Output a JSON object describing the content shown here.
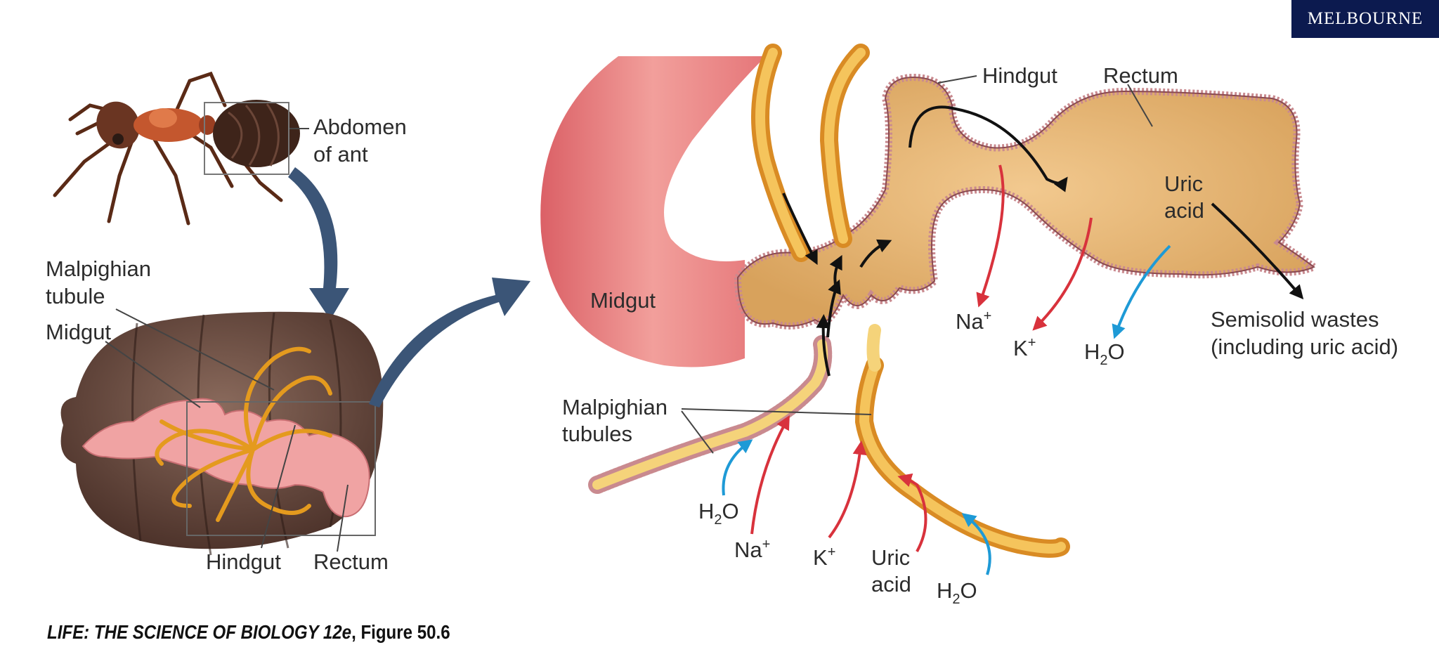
{
  "brand": {
    "name": "MELBOURNE"
  },
  "caption": {
    "title": "LIFE: THE SCIENCE OF BIOLOGY 12e",
    "figure": ", Figure 50.6"
  },
  "left_panel": {
    "abdomen_label": [
      "Abdomen",
      "of ant"
    ],
    "malpighian_label": [
      "Malpighian",
      "tubule"
    ],
    "midgut_label": "Midgut",
    "hindgut_label": "Hindgut",
    "rectum_label": "Rectum"
  },
  "right_panel": {
    "midgut_label": "Midgut",
    "hindgut_label": "Hindgut",
    "rectum_label": "Rectum",
    "uric_acid_label": [
      "Uric",
      "acid"
    ],
    "wastes_label": [
      "Semisolid wastes",
      "(including uric acid)"
    ],
    "malpighian_label": [
      "Malpighian",
      "tubules"
    ],
    "ions": {
      "na_hindgut": {
        "base": "Na",
        "sup": "+"
      },
      "k_rectum": {
        "base": "K",
        "sup": "+"
      },
      "h2o_rectum": {
        "pre": "H",
        "sub": "2",
        "post": "O"
      },
      "h2o_tubule1": {
        "pre": "H",
        "sub": "2",
        "post": "O"
      },
      "na_tubule": {
        "base": "Na",
        "sup": "+"
      },
      "k_tubule": {
        "base": "K",
        "sup": "+"
      },
      "uric_tubule": [
        "Uric",
        "acid"
      ],
      "h2o_tubule2": {
        "pre": "H",
        "sub": "2",
        "post": "O"
      }
    }
  },
  "colors": {
    "ion_na_k_uric": "#d8323c",
    "water": "#1e9ad6",
    "flow": "#111111",
    "gut_epithelium": "#c98a8f",
    "tubule": "#e8a53a",
    "midgut": "#e77d7f",
    "pointer_arrow": "#3b5577"
  }
}
